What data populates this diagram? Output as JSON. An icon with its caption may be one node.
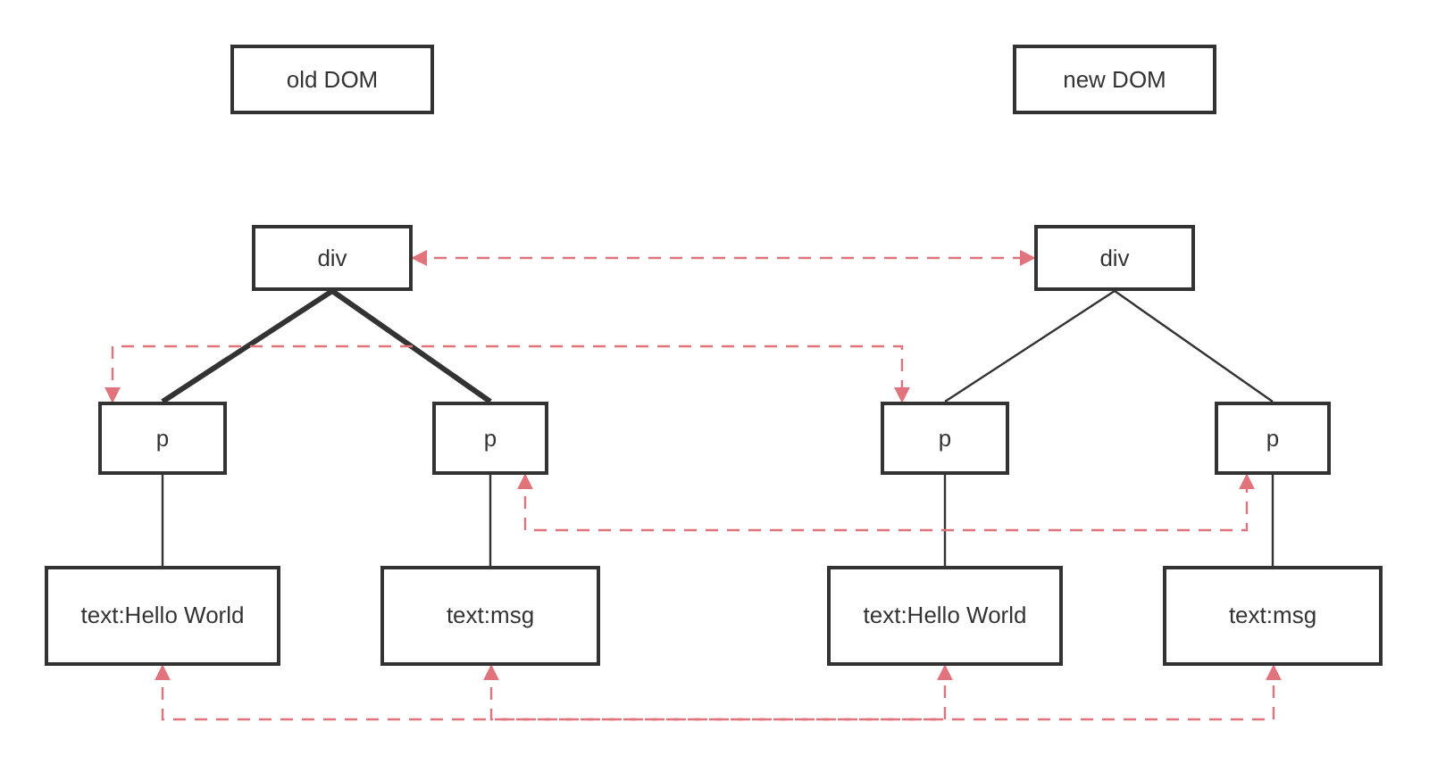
{
  "diagram": {
    "nodes": [
      {
        "text": [
          "old DOM"
        ]
      },
      {
        "text": [
          "new DOM"
        ]
      },
      {
        "text": [
          "div"
        ]
      },
      {
        "text": [
          "p"
        ]
      },
      {
        "text": [
          "p"
        ]
      },
      {
        "text": [
          "text:Hello World"
        ]
      },
      {
        "text": [
          "text:msg"
        ]
      },
      {
        "text": [
          "div"
        ]
      },
      {
        "text": [
          "p"
        ]
      },
      {
        "text": [
          "p"
        ]
      },
      {
        "text": [
          "text:Hello World"
        ]
      },
      {
        "text": [
          "text:msg"
        ]
      }
    ],
    "edges": [
      {
        "from": 2,
        "to": 3,
        "arrow": "none",
        "style": "thick"
      },
      {
        "from": 2,
        "to": 4,
        "arrow": "none",
        "style": "thick"
      },
      {
        "from": 3,
        "to": 5,
        "arrow": "none"
      },
      {
        "from": 4,
        "to": 6,
        "arrow": "none"
      },
      {
        "from": 7,
        "to": 8,
        "arrow": "none"
      },
      {
        "from": 7,
        "to": 9,
        "arrow": "none"
      },
      {
        "from": 8,
        "to": 10,
        "arrow": "none"
      },
      {
        "from": 9,
        "to": 11,
        "arrow": "none"
      },
      {
        "from": 2,
        "to": 7,
        "arrow": "both",
        "style": "dashed",
        "color": "#e0737c"
      },
      {
        "from": 3,
        "to": 8,
        "arrow": "both",
        "style": "dashed",
        "color": "#e0737c"
      },
      {
        "from": 4,
        "to": 9,
        "arrow": "both",
        "style": "dashed",
        "color": "#e0737c"
      },
      {
        "from": 5,
        "to": 10,
        "arrow": "both",
        "style": "dashed",
        "color": "#e0737c"
      },
      {
        "from": 6,
        "to": 11,
        "arrow": "both",
        "style": "dashed",
        "color": "#e0737c"
      }
    ]
  }
}
